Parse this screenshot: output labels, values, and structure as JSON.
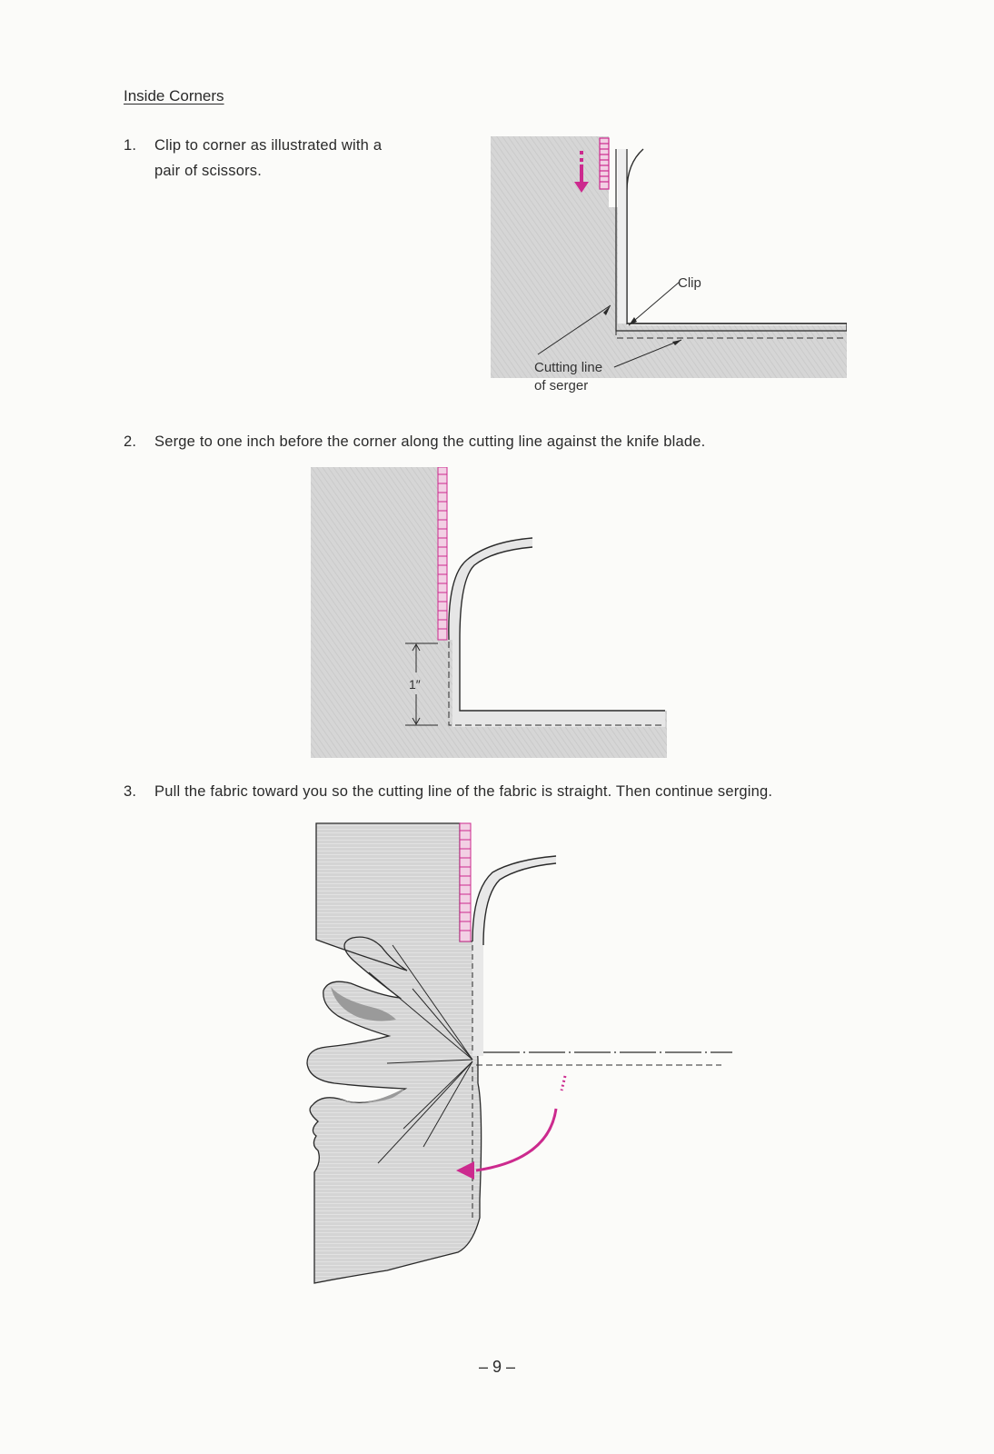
{
  "section": {
    "title": "Inside Corners"
  },
  "steps": [
    {
      "number": "1.",
      "line1": "Clip to corner as illustrated with a",
      "line2": "pair of scissors."
    },
    {
      "number": "2.",
      "text": "Serge to one inch before the corner along the cutting line against the knife blade."
    },
    {
      "number": "3.",
      "text": "Pull the fabric toward you so the cutting line of the fabric is straight.  Then continue serging."
    }
  ],
  "figure1": {
    "clip_label": "Clip",
    "cutting_line_label": "Cutting line",
    "serger_label": "of serger"
  },
  "figure2": {
    "measure_label": "1″"
  },
  "page": {
    "number": "– 9 –"
  },
  "colors": {
    "fabric": "#d4d4d4",
    "stitch": "#cc2a8e",
    "line": "#2a2a2a",
    "fold_shadow": "#9a9a9a"
  }
}
